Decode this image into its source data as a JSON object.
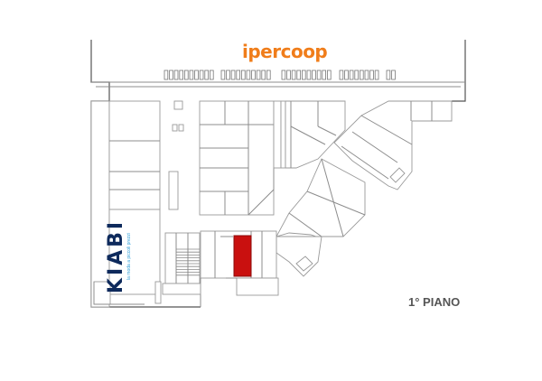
{
  "anchor_store": {
    "name": "ipercoop",
    "color": "#f07d1a"
  },
  "anchor_tenant": {
    "name": "KIABI",
    "tagline": "la moda a piccoli prezzi",
    "name_color": "#0e2a5c",
    "tagline_color": "#2f9fd8"
  },
  "floor_label": "1° PIANO",
  "highlight": {
    "color": "#c9100f",
    "border": "#8a0a0a"
  },
  "plan_colors": {
    "wall": "#8c8c8c",
    "background": "#ffffff"
  }
}
